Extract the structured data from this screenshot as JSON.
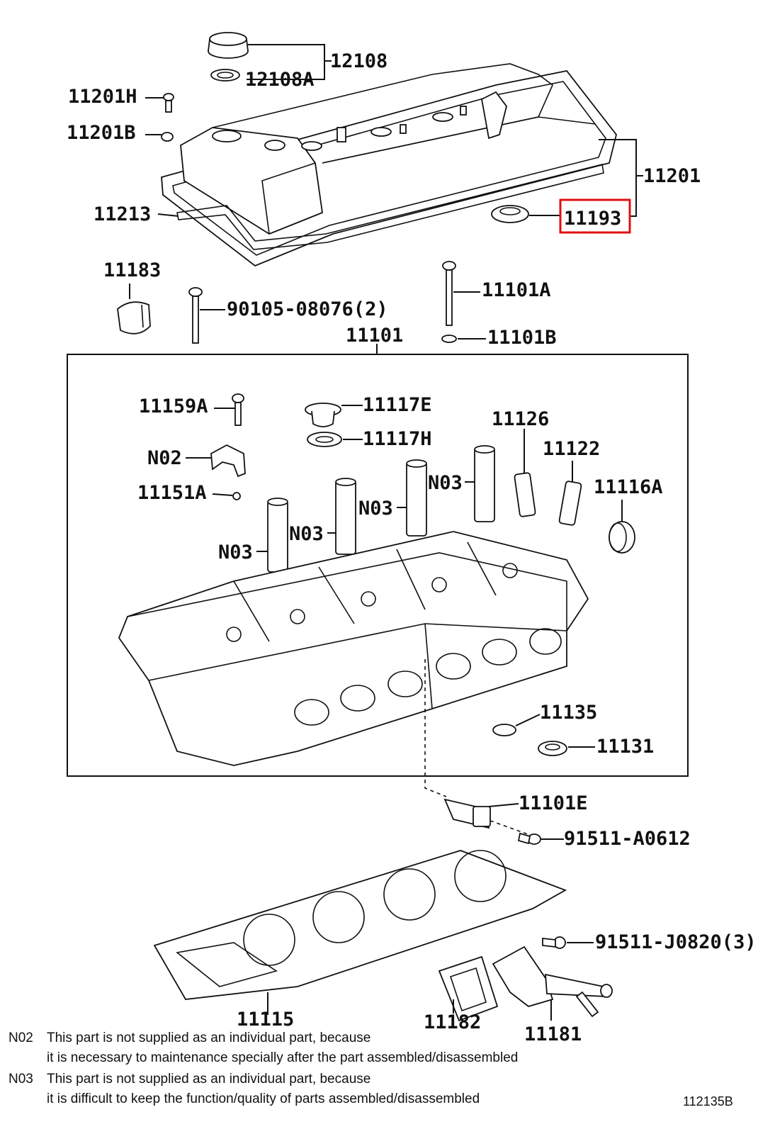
{
  "diagram_id": "112135B",
  "highlight_color": "#e01010",
  "callouts": {
    "c12108": "12108",
    "c12108A": "12108A",
    "c11201H": "11201H",
    "c11201B": "11201B",
    "c11201": "11201",
    "c11213": "11213",
    "c11193": "11193",
    "c11183": "11183",
    "c90105": "90105-08076(2)",
    "c11101A": "11101A",
    "c11101B": "11101B",
    "c11101": "11101",
    "c11159A": "11159A",
    "c11117E": "11117E",
    "c11117H": "11117H",
    "c11126": "11126",
    "c11122": "11122",
    "cN02": "N02",
    "c11116A": "11116A",
    "c11151A": "11151A",
    "cN03a": "N03",
    "cN03b": "N03",
    "cN03c": "N03",
    "cN03d": "N03",
    "c11135": "11135",
    "c11131": "11131",
    "c11101E": "11101E",
    "c91511A": "91511-A0612",
    "c91511J": "91511-J0820(3)",
    "c11115": "11115",
    "c11182": "11182",
    "c11181": "11181"
  },
  "notes": [
    {
      "code": "N02",
      "line1": "This part is not supplied as an individual part,    because",
      "line2": "it is necessary to maintenance specially after the part assembled/disassembled"
    },
    {
      "code": "N03",
      "line1": "This part is not supplied as an individual part,    because",
      "line2": "it is difficult to keep the function/quality of parts assembled/disassembled"
    }
  ]
}
